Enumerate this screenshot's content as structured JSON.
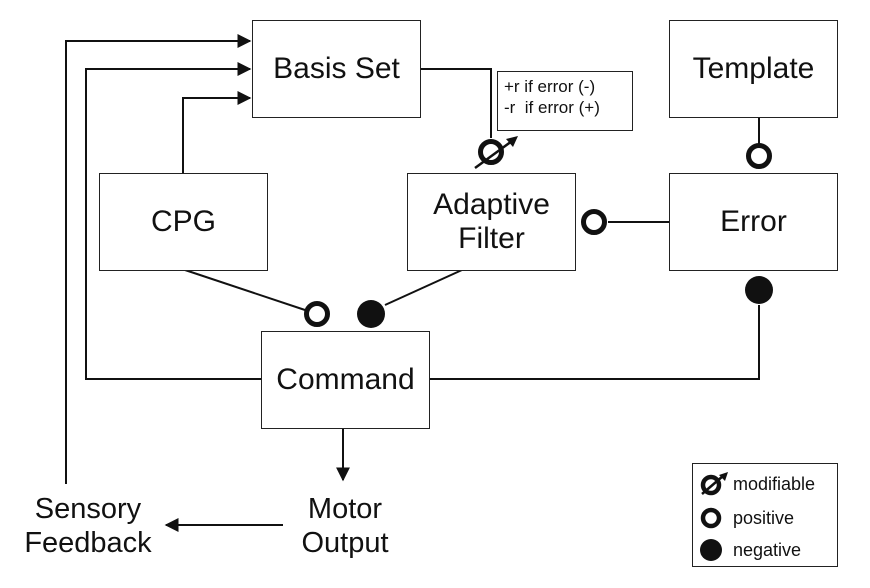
{
  "boxes": {
    "basis_set": "Basis Set",
    "template": "Template",
    "cpg": "CPG",
    "adaptive_filter_line1": "Adaptive",
    "adaptive_filter_line2": "Filter",
    "error": "Error",
    "command": "Command"
  },
  "labels": {
    "motor_output_line1": "Motor",
    "motor_output_line2": "Output",
    "sensory_feedback_line1": "Sensory",
    "sensory_feedback_line2": "Feedback"
  },
  "learning_rule": {
    "line1": "+r if error (-)",
    "line2": "-r  if error (+)"
  },
  "legend": {
    "modifiable": "modifiable",
    "positive": "positive",
    "negative": "negative"
  }
}
